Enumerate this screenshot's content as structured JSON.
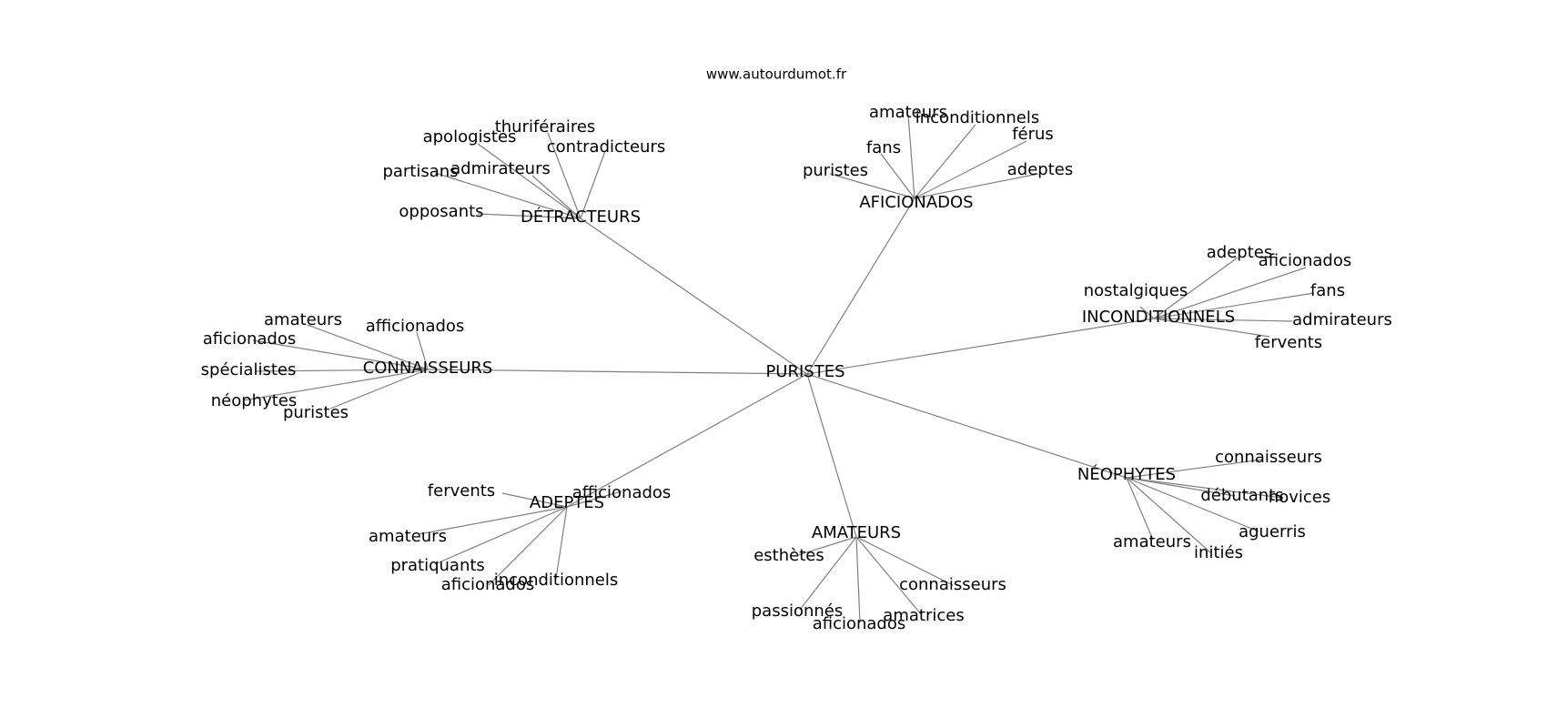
{
  "site": "www.autourdumot.fr",
  "center": "PURISTES",
  "edge_color": "#808080",
  "branches": [
    {
      "label": "DÉTRACTEURS",
      "leaves": [
        "opposants",
        "partisans",
        "apologistes",
        "thuriféraires",
        "admirateurs",
        "contradicteurs"
      ]
    },
    {
      "label": "AFICIONADOS",
      "leaves": [
        "puristes",
        "fans",
        "amateurs",
        "inconditionnels",
        "férus",
        "adeptes"
      ]
    },
    {
      "label": "INCONDITIONNELS",
      "leaves": [
        "nostalgiques",
        "adeptes",
        "aficionados",
        "fans",
        "admirateurs",
        "fervents"
      ]
    },
    {
      "label": "CONNAISSEURS",
      "leaves": [
        "amateurs",
        "afficionados",
        "aficionados",
        "spécialistes",
        "néophytes",
        "puristes"
      ]
    },
    {
      "label": "NÉOPHYTES",
      "leaves": [
        "connaisseurs",
        "débutants",
        "novices",
        "aguerris",
        "amateurs",
        "initiés"
      ]
    },
    {
      "label": "ADEPTES",
      "leaves": [
        "fervents",
        "afficionados",
        "amateurs",
        "pratiquants",
        "aficionados",
        "inconditionnels"
      ]
    },
    {
      "label": "AMATEURS",
      "leaves": [
        "esthètes",
        "connaisseurs",
        "passionnés",
        "aficionados",
        "amatrices"
      ]
    }
  ]
}
